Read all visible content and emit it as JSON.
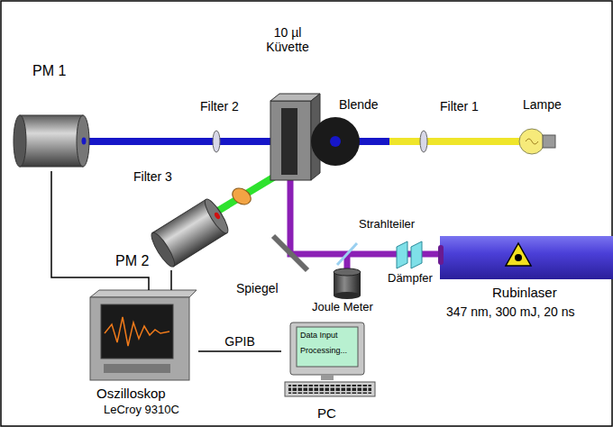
{
  "diagram": {
    "nodes": [
      {
        "text": [
          "PM 1"
        ]
      },
      {
        "text": [
          "PM 2"
        ]
      },
      {
        "text": [
          "Rubinlaser",
          "347 nm, 300 mJ, 20 ns"
        ]
      },
      {
        "text": [
          "Oszilloskop",
          "LeCroy 9310C"
        ]
      },
      {
        "text": [
          "PC"
        ]
      }
    ],
    "edges": [
      {
        "from": 0,
        "to": 3,
        "arrow": "none"
      },
      {
        "from": 1,
        "to": 3,
        "arrow": "none"
      },
      {
        "from": 3,
        "to": 4,
        "label": "GPIB",
        "arrow": "none"
      }
    ],
    "labels": [
      "10 µl Küvette",
      "Filter 2",
      "Blende",
      "Filter 1",
      "Lampe",
      "Filter 3",
      "Spiegel",
      "Strahlteiler",
      "Dämpfer",
      "Joule Meter",
      "Data Input",
      "Processing..."
    ]
  }
}
